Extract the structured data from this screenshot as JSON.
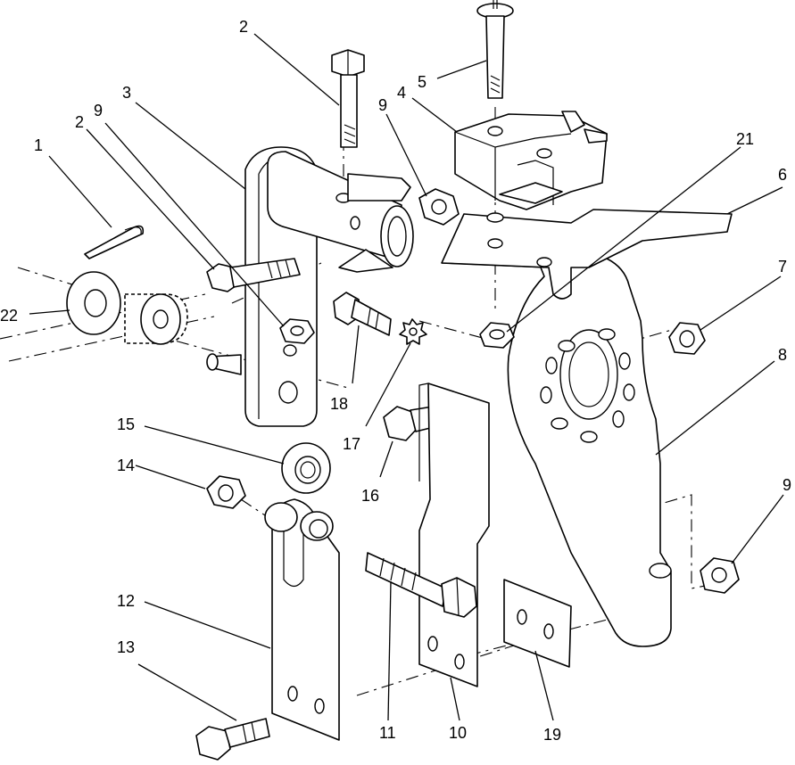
{
  "diagram": {
    "callouts": [
      {
        "id": "c1",
        "label": "1"
      },
      {
        "id": "c2a",
        "label": "2"
      },
      {
        "id": "c2b",
        "label": "2"
      },
      {
        "id": "c3",
        "label": "3"
      },
      {
        "id": "c4",
        "label": "4"
      },
      {
        "id": "c5",
        "label": "5"
      },
      {
        "id": "c6",
        "label": "6"
      },
      {
        "id": "c7",
        "label": "7"
      },
      {
        "id": "c8",
        "label": "8"
      },
      {
        "id": "c9a",
        "label": "9"
      },
      {
        "id": "c9b",
        "label": "9"
      },
      {
        "id": "c9c",
        "label": "9"
      },
      {
        "id": "c10",
        "label": "10"
      },
      {
        "id": "c11",
        "label": "11"
      },
      {
        "id": "c12",
        "label": "12"
      },
      {
        "id": "c13",
        "label": "13"
      },
      {
        "id": "c14",
        "label": "14"
      },
      {
        "id": "c15",
        "label": "15"
      },
      {
        "id": "c16",
        "label": "16"
      },
      {
        "id": "c17",
        "label": "17"
      },
      {
        "id": "c18",
        "label": "18"
      },
      {
        "id": "c19",
        "label": "19"
      },
      {
        "id": "c21",
        "label": "21"
      },
      {
        "id": "c22",
        "label": "22"
      }
    ]
  }
}
